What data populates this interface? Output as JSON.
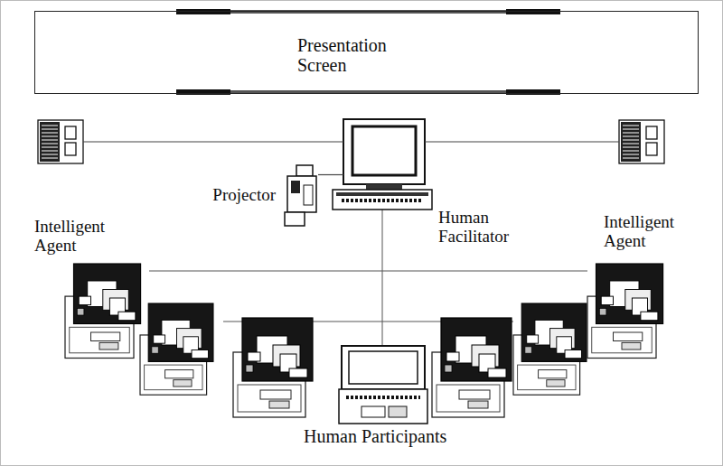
{
  "diagram": {
    "nodes": [
      {
        "text": [
          "Presentation Screen"
        ]
      },
      {
        "text": [
          "Intelligent Agent"
        ]
      },
      {
        "text": [
          "Projector"
        ]
      },
      {
        "text": [
          "Human Facilitator"
        ]
      },
      {
        "text": [
          "Intelligent Agent"
        ]
      }
    ],
    "edges": [
      {
        "from": 1,
        "to": 3,
        "arrow": "none"
      },
      {
        "from": 2,
        "to": 3,
        "arrow": "none"
      },
      {
        "from": 3,
        "to": 4,
        "arrow": "none"
      }
    ],
    "labels": [
      "Human Participants"
    ]
  }
}
